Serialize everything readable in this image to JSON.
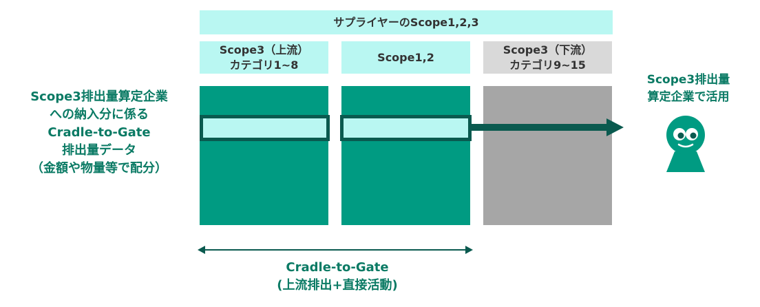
{
  "top_header": "サプライヤーのScope1,2,3",
  "columns": [
    {
      "line1": "Scope3（上流）",
      "line2": "カテゴリ1~8"
    },
    {
      "line1": "Scope1,2",
      "line2": ""
    },
    {
      "line1": "Scope3（下流）",
      "line2": "カテゴリ9~15"
    }
  ],
  "left_label": [
    "Scope3排出量算定企業",
    "への納入分に係る",
    "Cradle-to-Gate",
    "排出量データ",
    "（金額や物量等で配分）"
  ],
  "right_label": [
    "Scope3排出量",
    "算定企業で活用"
  ],
  "bottom_label": [
    "Cradle-to-Gate",
    "(上流排出+直接活動)"
  ],
  "colors": {
    "mint": "#b9f7f2",
    "teal": "#009b82",
    "dark_teal": "#0a5a4f",
    "gray": "#a6a6a6",
    "light_gray": "#d9d9d9",
    "label_green": "#0a7a64"
  }
}
